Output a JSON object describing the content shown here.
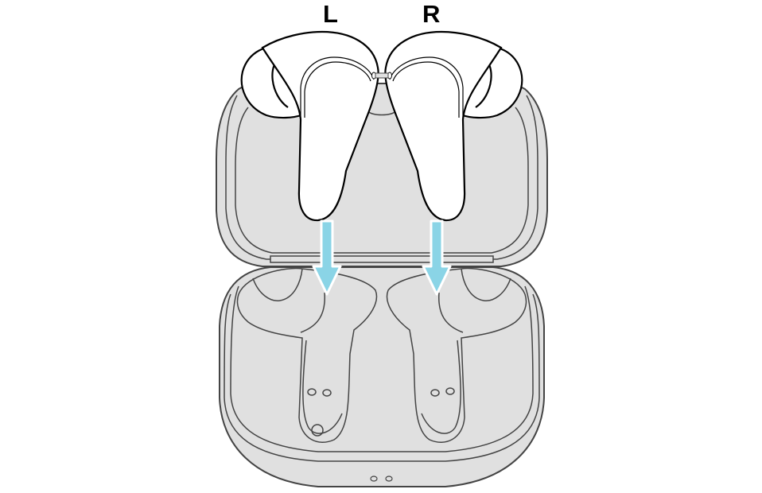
{
  "labels": {
    "left": "L",
    "right": "R"
  },
  "colors": {
    "case_fill": "#e0e0e0",
    "case_stroke": "#444444",
    "earbud_fill": "#ffffff",
    "earbud_stroke": "#000000",
    "arrow_fill": "#8ad4e6",
    "arrow_outline": "#ffffff"
  },
  "illustration": {
    "subject": "wireless earbuds being inserted into open charging case",
    "arrows": [
      "down-left",
      "down-right"
    ]
  }
}
